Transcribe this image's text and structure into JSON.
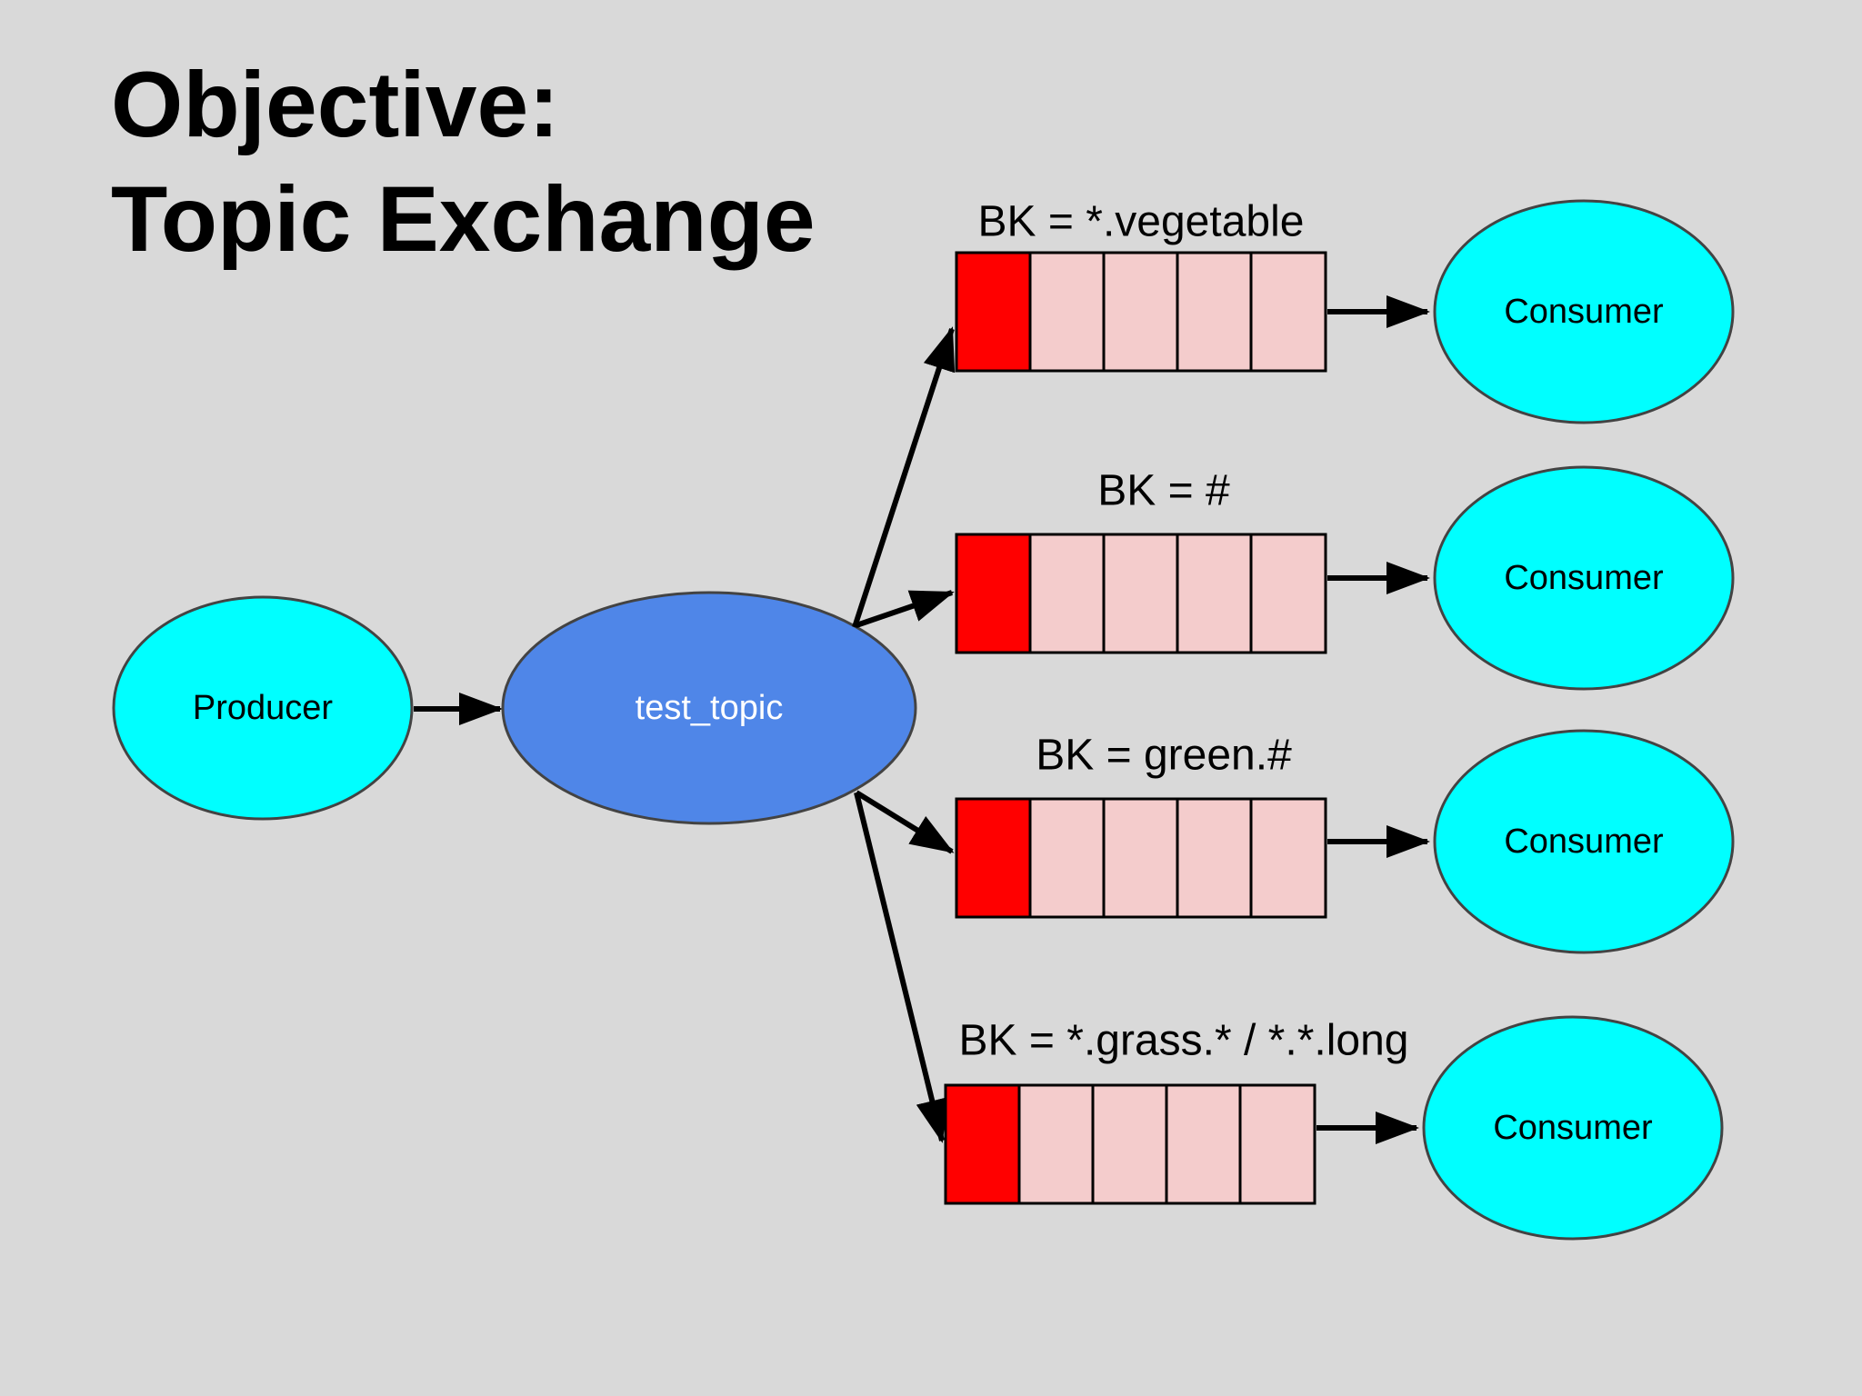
{
  "title": {
    "line1": "Objective:",
    "line2": "Topic Exchange"
  },
  "producer": {
    "label": "Producer"
  },
  "exchange": {
    "label": "test_topic"
  },
  "queues": [
    {
      "binding_key": "BK = *.vegetable",
      "consumer": "Consumer"
    },
    {
      "binding_key": "BK = #",
      "consumer": "Consumer"
    },
    {
      "binding_key": "BK = green.#",
      "consumer": "Consumer"
    },
    {
      "binding_key": "BK = *.grass.* / *.*.long",
      "consumer": "Consumer"
    }
  ],
  "colors": {
    "background": "#d9d9d9",
    "client": "#00ffff",
    "exchange": "#4f86e8",
    "message_filled": "#ff0000",
    "message_empty": "#f4cccc",
    "stroke": "#434343"
  }
}
